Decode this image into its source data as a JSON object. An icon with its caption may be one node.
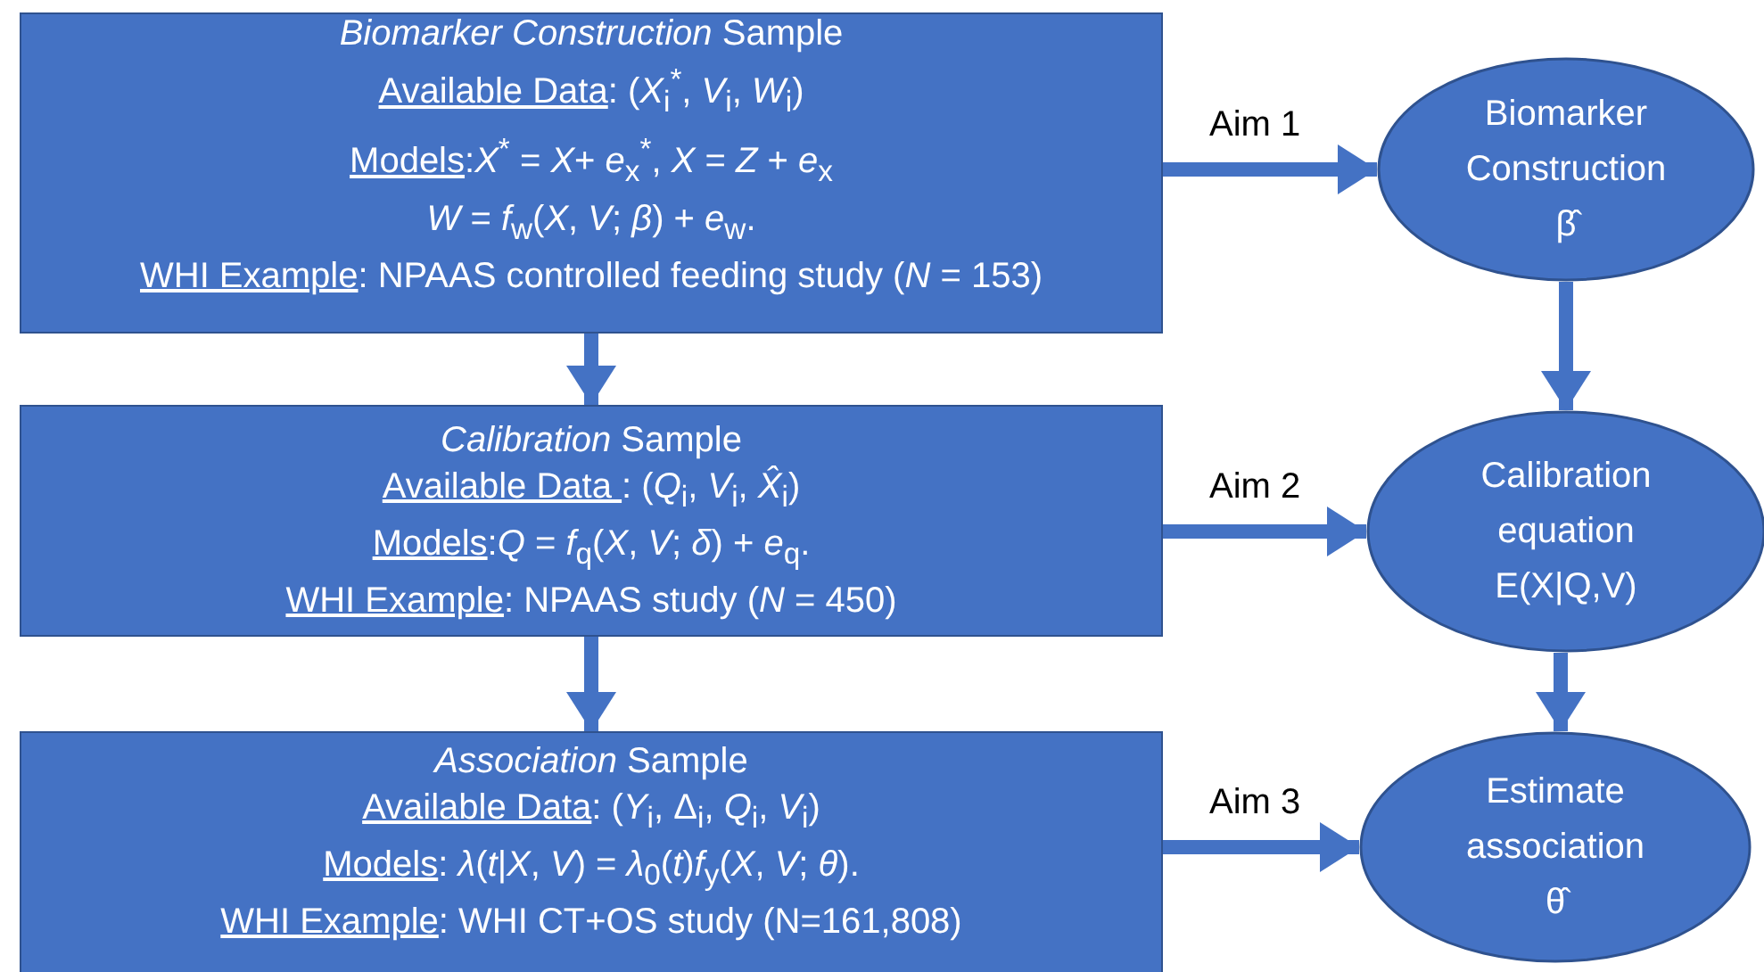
{
  "diagram": {
    "nodes": [
      {
        "text": [
          "*Biomarker Construction* Sample",
          "Available Data: (*X*$_{i}$$^{*}$, *V*$_{i}$, *W*$_{i}$)",
          "Models:*X*$^{*}$ = *X*+ *e*$_{x}$$^{*}$, *X* = *Z* + *e*$_{x}$",
          "*W* = *f*$_{w}$(*X*, *V*; *β*) + *e*$_{w}$.",
          "WHI Example: NPAAS controlled feeding study (*N* = 153)"
        ]
      },
      {
        "text": [
          "*Calibration* Sample",
          "Available Data : (*Q*$_{i}$, *V*$_{i}$, *X̂*$_{i}$)",
          "Models:*Q* = *f*$_{q}$(*X*, *V*; *δ*) + *e*$_{q}$.",
          "WHI Example: NPAAS study (*N* = 450)"
        ]
      },
      {
        "text": [
          "*Association* Sample",
          "Available Data: (*Y*$_{i}$, Δ$_{i}$, *Q*$_{i}$, *V*$_{i}$)",
          "Models: *λ*(*t*|*X*, *V*) = *λ*$_{0}$(*t*)*f*$_{y}$(*X*, *V*; *θ*).",
          "WHI Example: WHI CT+OS study (N=161,808)"
        ]
      },
      {
        "text": [
          "Biomarker Construction",
          "β̂"
        ]
      },
      {
        "text": [
          "Calibration equation E(X|Q,V)"
        ]
      },
      {
        "text": [
          "Estimate association",
          "θ̂"
        ]
      }
    ],
    "edges": [
      {
        "from": 0,
        "to": 1,
        "arrow": "to"
      },
      {
        "from": 1,
        "to": 2,
        "arrow": "to"
      },
      {
        "from": 0,
        "to": 3,
        "arrow": "to",
        "label": "Aim 1"
      },
      {
        "from": 1,
        "to": 4,
        "arrow": "to",
        "label": "Aim 2"
      },
      {
        "from": 2,
        "to": 5,
        "arrow": "to",
        "label": "Aim 3"
      },
      {
        "from": 3,
        "to": 4,
        "arrow": "to"
      },
      {
        "from": 4,
        "to": 5,
        "arrow": "to"
      }
    ]
  }
}
